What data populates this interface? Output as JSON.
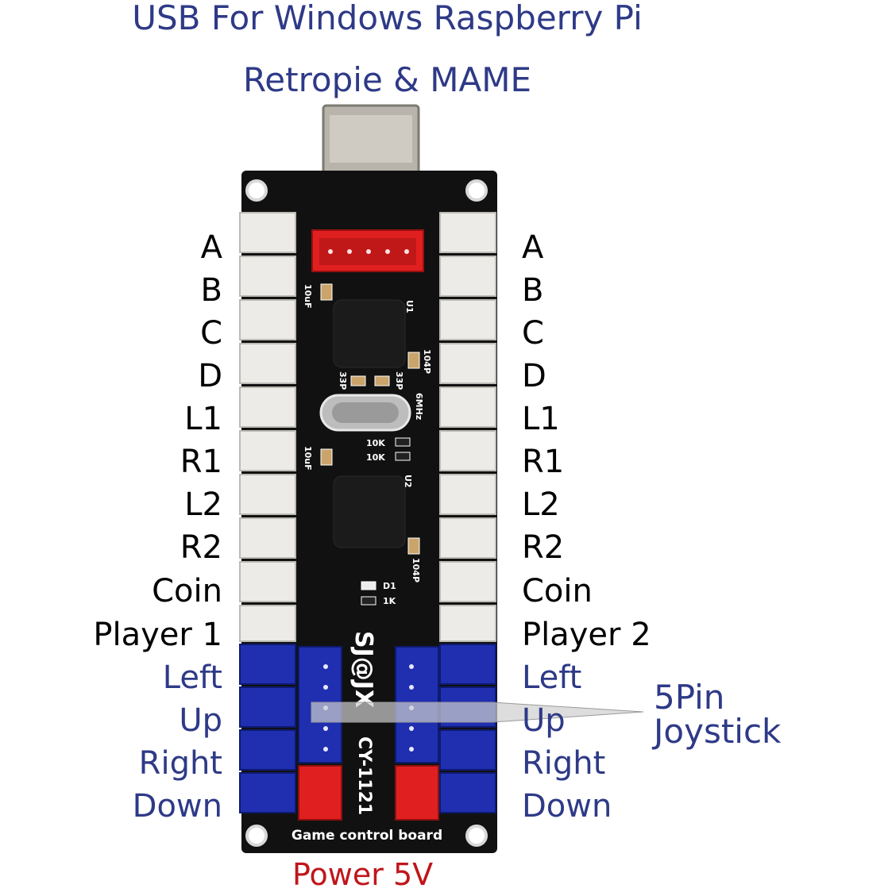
{
  "header": {
    "title_line1": "USB For Windows Raspberry Pi",
    "title_line2": "Retropie & MAME"
  },
  "buttons_left": [
    "A",
    "B",
    "C",
    "D",
    "L1",
    "R1",
    "L2",
    "R2",
    "Coin",
    "Player 1"
  ],
  "buttons_right": [
    "A",
    "B",
    "C",
    "D",
    "L1",
    "R1",
    "L2",
    "R2",
    "Coin",
    "Player 2"
  ],
  "joystick_left": [
    "Left",
    "Up",
    "Right",
    "Down"
  ],
  "joystick_right": [
    "Left",
    "Up",
    "Right",
    "Down"
  ],
  "joystick_note_line1": "5Pin",
  "joystick_note_line2": "Joystick",
  "power_label": "Power 5V",
  "board": {
    "brand": "SJ@JX",
    "model": "CY-1121",
    "caption": "Game control board",
    "silkscreen": {
      "c1": "10uF",
      "u1": "U1",
      "c_104_top": "104P",
      "c33a": "33P",
      "c33b": "33P",
      "crystal": "6MHz",
      "c2": "10uF",
      "r1": "10K",
      "r2": "10K",
      "u2": "U2",
      "c_104_bottom": "104P",
      "d1": "D1",
      "r3": "1K"
    }
  },
  "colors": {
    "title_blue": "#2e3a87",
    "power_red": "#c0151c",
    "pcb_black": "#111111",
    "connector_white": "#ecebe8",
    "connector_blue": "#1f2fb0",
    "connector_red": "#e02020"
  }
}
